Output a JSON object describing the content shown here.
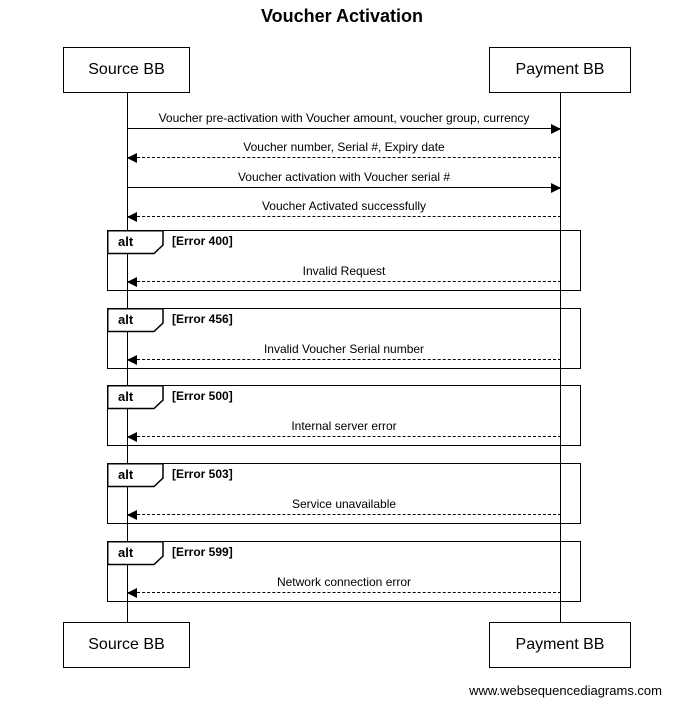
{
  "title": "Voucher Activation",
  "actors": {
    "left": "Source BB",
    "right": "Payment BB"
  },
  "messages": [
    {
      "label": "Voucher pre-activation with Voucher amount, voucher group, currency",
      "style": "solid",
      "direction": "right"
    },
    {
      "label": "Voucher number, Serial #, Expiry date",
      "style": "dashed",
      "direction": "left"
    },
    {
      "label": "Voucher activation with Voucher serial #",
      "style": "solid",
      "direction": "right"
    },
    {
      "label": "Voucher Activated successfully",
      "style": "dashed",
      "direction": "left"
    }
  ],
  "alt_frames": [
    {
      "operator": "alt",
      "condition": "[Error 400]",
      "message": "Invalid Request",
      "style": "dashed",
      "direction": "left"
    },
    {
      "operator": "alt",
      "condition": "[Error 456]",
      "message": "Invalid Voucher Serial number",
      "style": "dashed",
      "direction": "left"
    },
    {
      "operator": "alt",
      "condition": "[Error 500]",
      "message": "Internal server error",
      "style": "dashed",
      "direction": "left"
    },
    {
      "operator": "alt",
      "condition": "[Error 503]",
      "message": "Service unavailable",
      "style": "dashed",
      "direction": "left"
    },
    {
      "operator": "alt",
      "condition": "[Error 599]",
      "message": "Network connection error",
      "style": "dashed",
      "direction": "left"
    }
  ],
  "footer": "www.websequencediagrams.com"
}
